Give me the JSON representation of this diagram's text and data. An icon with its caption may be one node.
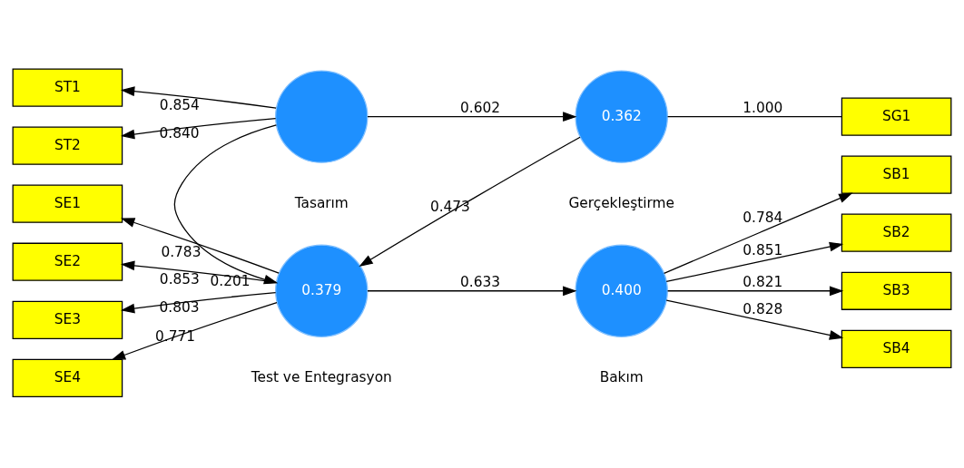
{
  "diagram": {
    "nodes": [
      {
        "text": [
          "ST1"
        ]
      },
      {
        "text": [
          "ST2"
        ]
      },
      {
        "text": [],
        "shape": "circle",
        "beside": [
          "Tasarım"
        ]
      },
      {
        "text": [
          "0.362"
        ],
        "beside": [
          "Gerçekleştirme"
        ]
      },
      {
        "text": [
          "SG1"
        ]
      },
      {
        "text": [
          "SE1"
        ]
      },
      {
        "text": [
          "SE2"
        ]
      },
      {
        "text": [
          "SE3"
        ]
      },
      {
        "text": [
          "SE4"
        ]
      },
      {
        "text": [
          "0.379"
        ],
        "beside": [
          "Test ve Entegrasyon"
        ]
      },
      {
        "text": [
          "0.400"
        ],
        "beside": [
          "Bakım"
        ]
      },
      {
        "text": [
          "SB1"
        ]
      },
      {
        "text": [
          "SB2"
        ]
      },
      {
        "text": [
          "SB3"
        ]
      },
      {
        "text": [
          "SB4"
        ]
      }
    ],
    "edges": [
      {
        "from": 2,
        "to": 0,
        "arrow": "to",
        "label": "0.854"
      },
      {
        "from": 2,
        "to": 1,
        "arrow": "to",
        "label": "0.840"
      },
      {
        "from": 2,
        "to": 3,
        "arrow": "to",
        "label": "0.602"
      },
      {
        "from": 3,
        "to": 4,
        "arrow": "none",
        "label": "1.000"
      },
      {
        "from": 2,
        "to": 9,
        "arrow": "to",
        "label": "0.201"
      },
      {
        "from": 3,
        "to": 9,
        "arrow": "to",
        "label": "0.473"
      },
      {
        "from": 9,
        "to": 5,
        "arrow": "to",
        "label": "0.783"
      },
      {
        "from": 9,
        "to": 6,
        "arrow": "to",
        "label": "0.853"
      },
      {
        "from": 9,
        "to": 7,
        "arrow": "to",
        "label": "0.803"
      },
      {
        "from": 9,
        "to": 8,
        "arrow": "to",
        "label": "0.771"
      },
      {
        "from": 9,
        "to": 10,
        "arrow": "to",
        "label": "0.633"
      },
      {
        "from": 10,
        "to": 11,
        "arrow": "to",
        "label": "0.784"
      },
      {
        "from": 10,
        "to": 12,
        "arrow": "to",
        "label": "0.851"
      },
      {
        "from": 10,
        "to": 13,
        "arrow": "to",
        "label": "0.821"
      },
      {
        "from": 10,
        "to": 14,
        "arrow": "to",
        "label": "0.828"
      }
    ]
  }
}
